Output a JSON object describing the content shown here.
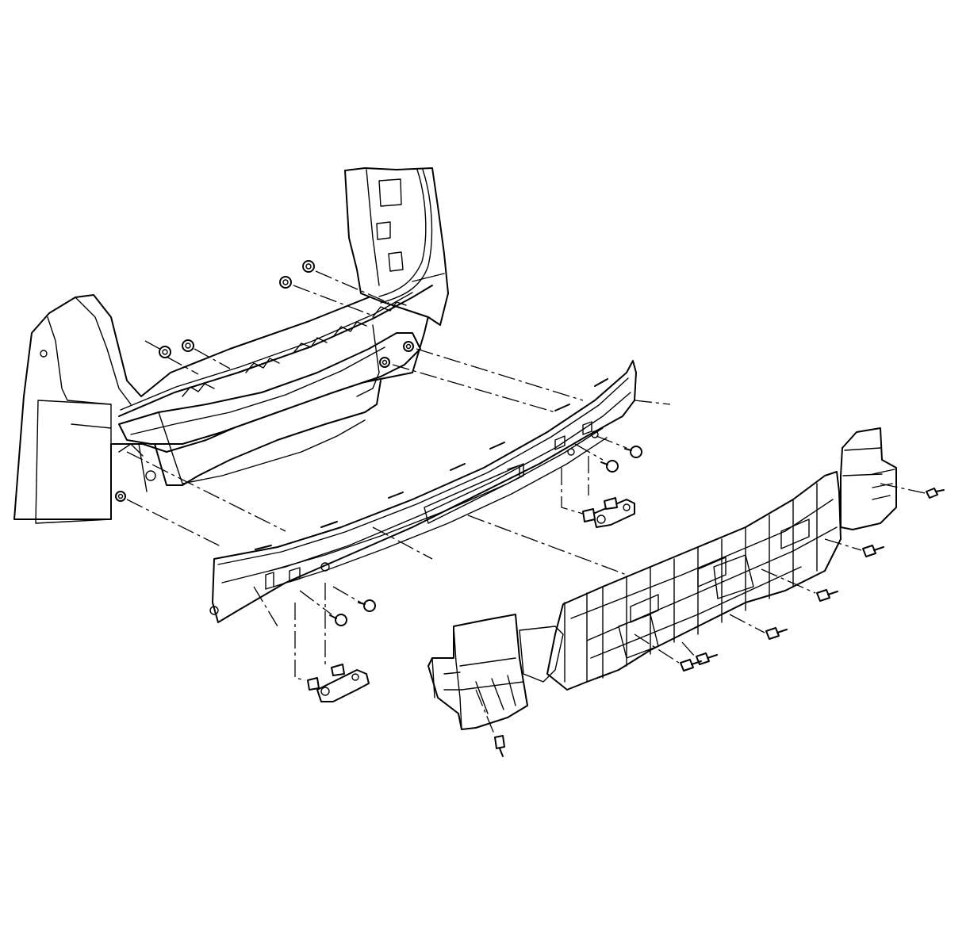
{
  "diagram": {
    "kind": "exploded-assembly",
    "labels": [],
    "parts": [
      "vehicle-body-rear-section",
      "rear-bumper-impact-bar",
      "rear-bumper-energy-absorber",
      "left-end-bracket",
      "right-end-bracket",
      "left-mounting-plate",
      "right-mounting-plate",
      "nuts",
      "bolts",
      "push-pin-retainers"
    ],
    "colors": {
      "line": "#000000",
      "background": "#ffffff"
    }
  }
}
